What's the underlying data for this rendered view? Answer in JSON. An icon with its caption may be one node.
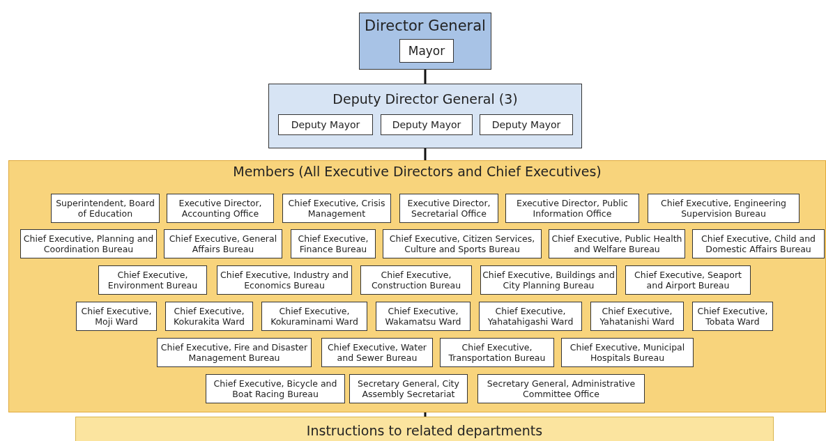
{
  "diagram": {
    "nodes": [
      {
        "text": [
          "Director General"
        ]
      },
      {
        "text": [
          "Mayor"
        ],
        "in": 0
      },
      {
        "text": [
          "Deputy Director General (3)"
        ]
      },
      {
        "text": [
          "Deputy Mayor"
        ],
        "in": 2
      },
      {
        "text": [
          "Deputy Mayor"
        ],
        "in": 2
      },
      {
        "text": [
          "Deputy Mayor"
        ],
        "in": 2
      },
      {
        "text": [
          "Members (All Executive Directors and Chief Executives)"
        ]
      },
      {
        "text": [
          "Superintendent, Board of Education"
        ],
        "in": 6
      },
      {
        "text": [
          "Executive Director, Accounting Office"
        ],
        "in": 6
      },
      {
        "text": [
          "Chief Executive, Crisis Management"
        ],
        "in": 6
      },
      {
        "text": [
          "Executive Director, Secretarial Office"
        ],
        "in": 6
      },
      {
        "text": [
          "Executive Director, Public Information Office"
        ],
        "in": 6
      },
      {
        "text": [
          "Chief Executive, Engineering Supervision Bureau"
        ],
        "in": 6
      },
      {
        "text": [
          "Chief Executive, Planning and Coordination Bureau"
        ],
        "in": 6
      },
      {
        "text": [
          "Chief Executive, General Affairs Bureau"
        ],
        "in": 6
      },
      {
        "text": [
          "Chief Executive, Finance Bureau"
        ],
        "in": 6
      },
      {
        "text": [
          "Chief Executive, Citizen Services, Culture and Sports Bureau"
        ],
        "in": 6
      },
      {
        "text": [
          "Chief Executive, Public Health and Welfare Bureau"
        ],
        "in": 6
      },
      {
        "text": [
          "Chief Executive, Child and Domestic Affairs Bureau"
        ],
        "in": 6
      },
      {
        "text": [
          "Chief Executive, Environment Bureau"
        ],
        "in": 6
      },
      {
        "text": [
          "Chief Executive, Industry and Economics Bureau"
        ],
        "in": 6
      },
      {
        "text": [
          "Chief Executive, Construction Bureau"
        ],
        "in": 6
      },
      {
        "text": [
          "Chief Executive, Buildings and City Planning Bureau"
        ],
        "in": 6
      },
      {
        "text": [
          "Chief Executive, Seaport and Airport Bureau"
        ],
        "in": 6
      },
      {
        "text": [
          "Chief Executive, Moji Ward"
        ],
        "in": 6
      },
      {
        "text": [
          "Chief Executive, Kokurakita Ward"
        ],
        "in": 6
      },
      {
        "text": [
          "Chief Executive, Kokuraminami Ward"
        ],
        "in": 6
      },
      {
        "text": [
          "Chief Executive, Wakamatsu Ward"
        ],
        "in": 6
      },
      {
        "text": [
          "Chief Executive, Yahatahigashi Ward"
        ],
        "in": 6
      },
      {
        "text": [
          "Chief Executive, Yahatanishi Ward"
        ],
        "in": 6
      },
      {
        "text": [
          "Chief Executive, Tobata Ward"
        ],
        "in": 6
      },
      {
        "text": [
          "Chief Executive, Fire and Disaster Management Bureau"
        ],
        "in": 6
      },
      {
        "text": [
          "Chief Executive, Water and Sewer Bureau"
        ],
        "in": 6
      },
      {
        "text": [
          "Chief Executive, Transportation Bureau"
        ],
        "in": 6
      },
      {
        "text": [
          "Chief Executive, Municipal Hospitals Bureau"
        ],
        "in": 6
      },
      {
        "text": [
          "Chief Executive, Bicycle and Boat Racing Bureau"
        ],
        "in": 6
      },
      {
        "text": [
          "Secretary General, City Assembly Secretariat"
        ],
        "in": 6
      },
      {
        "text": [
          "Secretary General, Administrative Committee Office"
        ],
        "in": 6
      },
      {
        "text": [
          "Instructions to related departments"
        ]
      }
    ],
    "edges": [
      {
        "from": 0,
        "to": 2,
        "arrow": "none"
      },
      {
        "from": 2,
        "to": 6,
        "arrow": "none"
      },
      {
        "from": 6,
        "to": 38,
        "arrow": "none"
      }
    ]
  }
}
